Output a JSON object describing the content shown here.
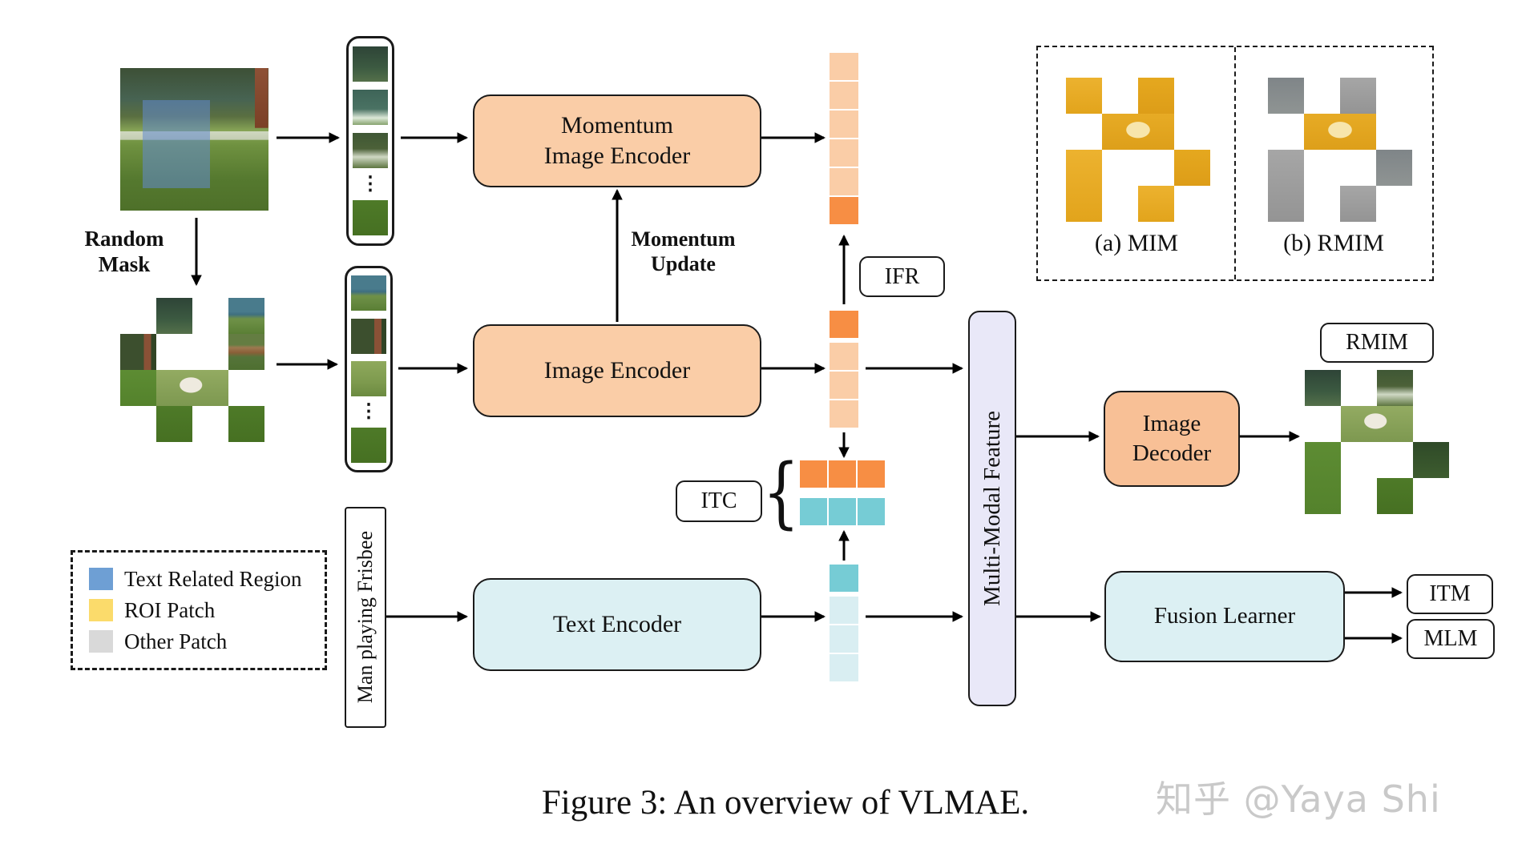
{
  "title": "Figure 3: An overview of VLMAE.",
  "watermark": "知乎 @Yaya Shi",
  "nodes": {
    "random_mask": "Random\nMask",
    "momentum_image_encoder": "Momentum\nImage Encoder",
    "momentum_update": "Momentum\nUpdate",
    "image_encoder": "Image Encoder",
    "text_encoder": "Text Encoder",
    "text_input": "Man playing Frisbee",
    "multi_modal_feature": "Multi-Modal Feature",
    "image_decoder": "Image\nDecoder",
    "fusion_learner": "Fusion Learner"
  },
  "losses": {
    "ifr": "IFR",
    "itc": "ITC",
    "rmim": "RMIM",
    "itm": "ITM",
    "mlm": "MLM"
  },
  "panel": {
    "a_label": "(a) MIM",
    "b_label": "(b) RMIM"
  },
  "legend": {
    "items": [
      {
        "label": "Text Related Region",
        "color": "#6E9FD4"
      },
      {
        "label": "ROI Patch",
        "color": "#FBDB6B"
      },
      {
        "label": "Other Patch",
        "color": "#D9D9D9"
      }
    ]
  },
  "glyphs": {
    "ellipsis": "⋮",
    "brace": "{"
  },
  "colors": {
    "box_peach": "#FACDA7",
    "box_peach_deep": "#F8C096",
    "box_cyan": "#DCF0F3",
    "box_lavender": "#E9E8F8",
    "feat_light_orange": "#FACDA7",
    "feat_dark_orange": "#F78E44",
    "feat_teal": "#76CCD5",
    "feat_light_cyan": "#D9EEF2",
    "mask_overlay": "rgba(98,139,207,0.55)"
  }
}
